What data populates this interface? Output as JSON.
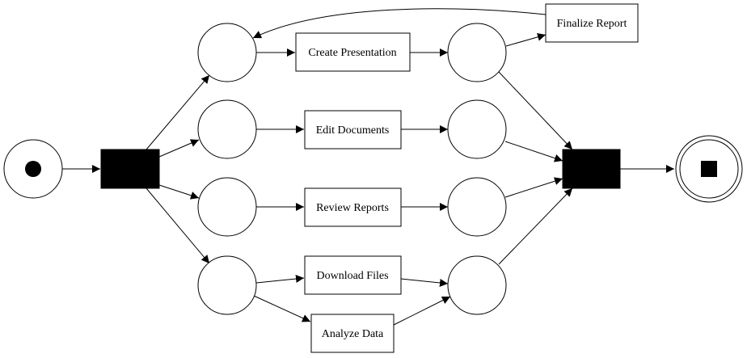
{
  "diagram": {
    "transitions": {
      "create_presentation": "Create Presentation",
      "edit_documents": "Edit Documents",
      "review_reports": "Review Reports",
      "download_files": "Download Files",
      "analyze_data": "Analyze Data",
      "finalize_report": "Finalize Report"
    },
    "colors": {
      "stroke": "#000000",
      "fill": "#ffffff",
      "silent": "#000000"
    }
  }
}
